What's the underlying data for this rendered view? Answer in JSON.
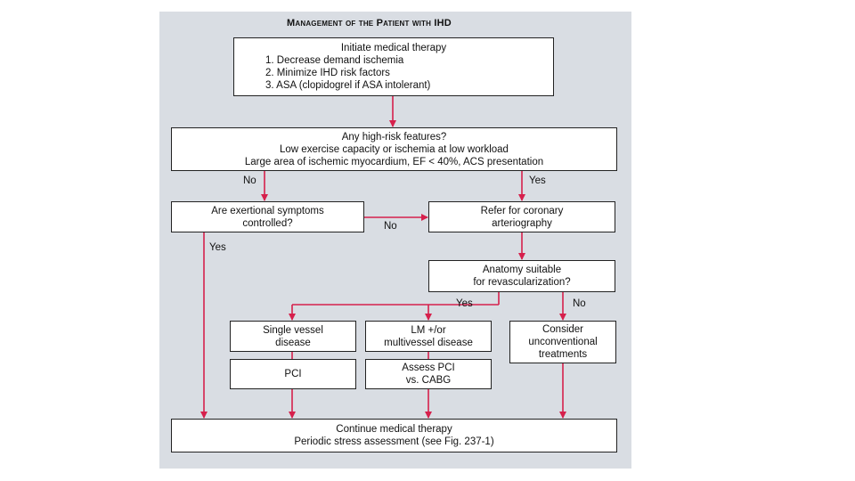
{
  "title": "Management of the Patient with IHD",
  "colors": {
    "panel": "#d9dde3",
    "arrow": "#d6204c",
    "border": "#222222"
  },
  "boxes": {
    "initiate": {
      "heading": "Initiate medical therapy",
      "items": [
        "1. Decrease demand ischemia",
        "2. Minimize IHD risk factors",
        "3. ASA (clopidogrel if ASA intolerant)"
      ]
    },
    "high_risk": {
      "lines": [
        "Any high-risk features?",
        "Low exercise capacity or ischemia at low workload",
        "Large area of ischemic myocardium, EF < 40%, ACS presentation"
      ]
    },
    "exertional": {
      "lines": [
        "Are exertional symptoms",
        "controlled?"
      ]
    },
    "refer": {
      "lines": [
        "Refer for coronary",
        "arteriography"
      ]
    },
    "anatomy": {
      "lines": [
        "Anatomy suitable",
        "for revascularization?"
      ]
    },
    "single_vessel": {
      "lines": [
        "Single vessel",
        "disease"
      ]
    },
    "multivessel": {
      "lines": [
        "LM +/or",
        "multivessel disease"
      ]
    },
    "unconventional": {
      "lines": [
        "Consider",
        "unconventional",
        "treatments"
      ]
    },
    "pci": {
      "lines": [
        "PCI"
      ]
    },
    "assess": {
      "lines": [
        "Assess PCI",
        "vs. CABG"
      ]
    },
    "continue": {
      "lines": [
        "Continue medical therapy",
        "Periodic stress assessment (see Fig. 237-1)"
      ]
    }
  },
  "labels": {
    "no_left": "No",
    "yes_right": "Yes",
    "no_middle": "No",
    "yes_exertional": "Yes",
    "yes_anatomy": "Yes",
    "no_anatomy": "No"
  }
}
